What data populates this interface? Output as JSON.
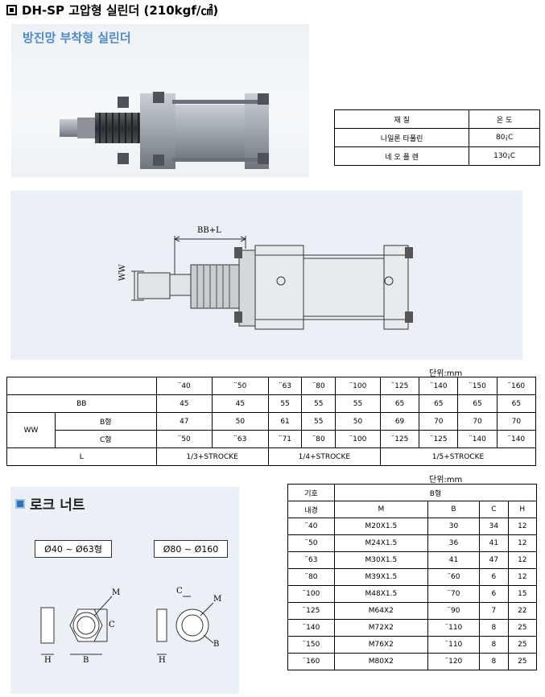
{
  "page": {
    "title": "DH-SP 고압형 실린더 (210kgf/㎠)",
    "subtitle": "방진망 부착형 실린더"
  },
  "materials": {
    "headers": [
      "재 질",
      "온 도"
    ],
    "rows": [
      [
        "나일론 타풀린",
        "80¡C"
      ],
      [
        "네 오 플 렌",
        "130¡C"
      ]
    ]
  },
  "drawing": {
    "bb_label": "BB+L",
    "ww_label": "WW"
  },
  "dims": {
    "unit": "단위:mm",
    "sizes": [
      "¨40",
      "¨50",
      "¨63",
      "¨80",
      "¨100",
      "¨125",
      "¨140",
      "¨150",
      "¨160"
    ],
    "bb_label": "BB",
    "bb": [
      "45",
      "45",
      "55",
      "55",
      "55",
      "65",
      "65",
      "65",
      "65"
    ],
    "ww_label": "WW",
    "b_label": "B형",
    "b_vals": [
      "47",
      "50",
      "61",
      "55",
      "50",
      "69",
      "70",
      "70",
      "70"
    ],
    "c_label": "C형",
    "c_vals": [
      "¨50",
      "¨63",
      "¨71",
      "¨80",
      "¨100",
      "¨125",
      "¨125",
      "¨140",
      "¨140"
    ],
    "l_label": "L",
    "l_vals": [
      "1/3+STROCKE",
      "1/4+STROCKE",
      "1/5+STROCKE"
    ]
  },
  "locknut": {
    "title": "로크 너트",
    "range1": "Ø40 ~ Ø63형",
    "range2": "Ø80 ~ Ø160",
    "labels": {
      "m": "M",
      "c": "C",
      "h": "H",
      "b": "B"
    }
  },
  "nut_table": {
    "unit": "단위:mm",
    "symbol": "기호",
    "type": "B형",
    "bore": "내경",
    "cols": [
      "M",
      "B",
      "C",
      "H"
    ],
    "rows": [
      [
        "¨40",
        "M20X1.5",
        "30",
        "34",
        "12"
      ],
      [
        "¨50",
        "M24X1.5",
        "36",
        "41",
        "12"
      ],
      [
        "¨63",
        "M30X1.5",
        "41",
        "47",
        "12"
      ],
      [
        "¨80",
        "M39X1.5",
        "¨60",
        "6",
        "12"
      ],
      [
        "¨100",
        "M48X1.5",
        "¨70",
        "6",
        "15"
      ],
      [
        "¨125",
        "M64X2",
        "¨90",
        "7",
        "22"
      ],
      [
        "¨140",
        "M72X2",
        "¨110",
        "8",
        "25"
      ],
      [
        "¨150",
        "M76X2",
        "¨110",
        "8",
        "25"
      ],
      [
        "¨160",
        "M80X2",
        "¨120",
        "8",
        "25"
      ]
    ]
  }
}
